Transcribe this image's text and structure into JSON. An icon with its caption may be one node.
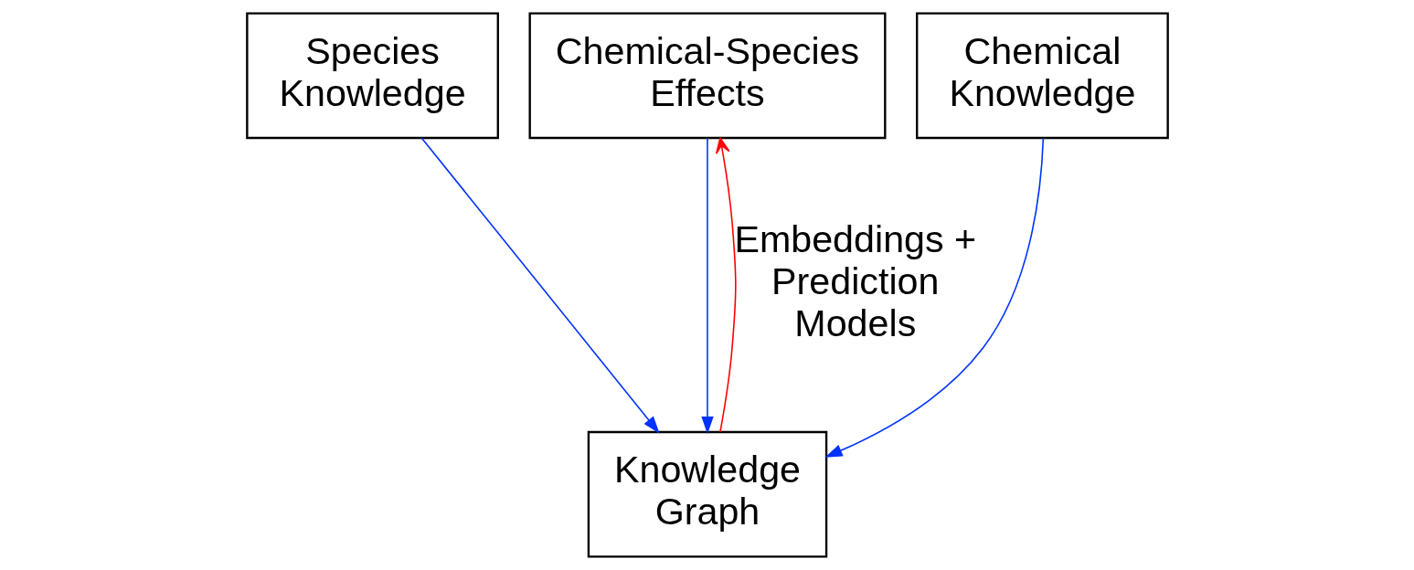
{
  "diagram": {
    "nodes": [
      {
        "text": [
          "Species Knowledge"
        ]
      },
      {
        "text": [
          "Chemical-Species Effects"
        ]
      },
      {
        "text": [
          "Chemical Knowledge"
        ]
      },
      {
        "text": [
          "Knowledge Graph"
        ]
      }
    ],
    "edges": [
      {
        "from": 0,
        "to": 3,
        "arrow": "to"
      },
      {
        "from": 1,
        "to": 3,
        "arrow": "to"
      },
      {
        "from": 2,
        "to": 3,
        "arrow": "to"
      },
      {
        "from": 3,
        "to": 1,
        "arrow": "to",
        "color": "#ff0000",
        "label": "Embeddings + Prediction Models"
      }
    ]
  }
}
